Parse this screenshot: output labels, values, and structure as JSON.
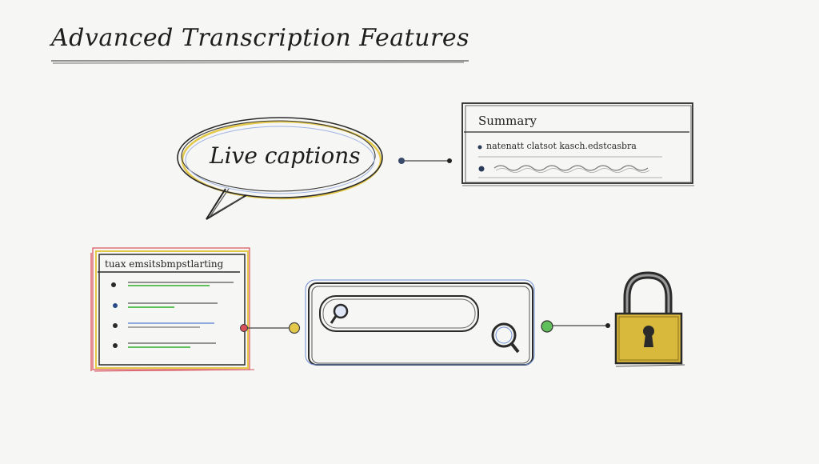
{
  "title": "Advanced Transcription  Features",
  "bubble": {
    "label": "Live captions"
  },
  "summary": {
    "heading": "Summary",
    "line1": "natenatt clatsot kasch.edstcasbra"
  },
  "list_panel": {
    "heading": "tuax emsitsbmpstlarting"
  },
  "icons": {
    "search": "magnifier-icon",
    "lock": "padlock-icon"
  },
  "colors": {
    "yellow": "#e3c84a",
    "blue": "#6f8fd6",
    "green": "#5fbf5a",
    "red": "#d9505a",
    "lock_gold": "#d9b93c"
  }
}
